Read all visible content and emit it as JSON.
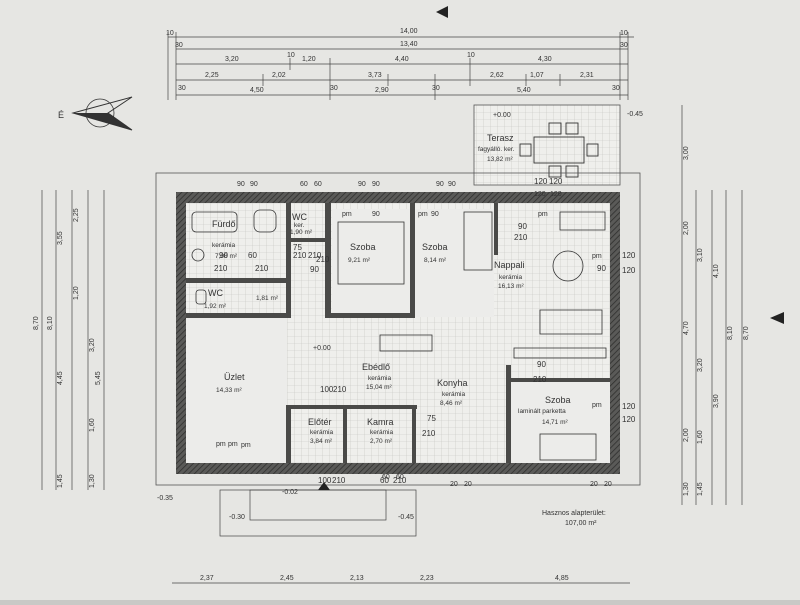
{
  "north_label": "É",
  "dims_top": {
    "row1": [
      "14,00"
    ],
    "row2": [
      "13,40"
    ],
    "row3": [
      "3,20",
      "1,20",
      "4,40",
      "4,30"
    ],
    "row4": [
      "2,25",
      "2,02",
      "3,73",
      "2,62",
      "1,07",
      "2,31"
    ],
    "row5": [
      "4,50",
      "2,90",
      "5,40"
    ],
    "small": [
      "10",
      "30",
      "30",
      "10",
      "30",
      "10",
      "30",
      "10",
      "30",
      "30"
    ]
  },
  "dims_bottom": [
    "2,37",
    "2,45",
    "2,13",
    "2,23",
    "4,85"
  ],
  "dims_left": [
    "3,55",
    "2,25",
    "1,20",
    "8,70",
    "8,10",
    "4,45",
    "5,45",
    "3,20",
    "1,60",
    "1,45",
    "1,30"
  ],
  "dims_right": [
    "3,00",
    "2,00",
    "3,10",
    "4,10",
    "4,70",
    "8,10",
    "8,70",
    "3,20",
    "3,90",
    "2,00",
    "1,60",
    "1,45",
    "1,30"
  ],
  "rooms": [
    {
      "name": "Fürdő",
      "material": "kerámia",
      "area": "7,08 m²"
    },
    {
      "name": "WC",
      "material": "ker.",
      "area": "1,90 m²"
    },
    {
      "name": "Szoba",
      "material": "",
      "area": "9,21 m²"
    },
    {
      "name": "Szoba",
      "material": "",
      "area": "8,14 m²"
    },
    {
      "name": "Nappali",
      "material": "kerámia",
      "area": "16,13 m²"
    },
    {
      "name": "WC",
      "material": "",
      "area": "1,92 m²"
    },
    {
      "name": "Ebédlő",
      "material": "kerámia",
      "area": "15,04 m²"
    },
    {
      "name": "Konyha",
      "material": "kerámia",
      "area": "8,46 m²"
    },
    {
      "name": "Szoba",
      "material": "laminált parketta",
      "area": "14,71 m²"
    },
    {
      "name": "Előtér",
      "material": "kerámia",
      "area": "3,84 m²"
    },
    {
      "name": "Kamra",
      "material": "kerámia",
      "area": "2,70 m²"
    },
    {
      "name": "Terasz",
      "material": "fagyálló. ker.",
      "area": "13,82 m²"
    },
    {
      "name": "Üzlet",
      "material": "",
      "area": "14,33 m²"
    }
  ],
  "small_area": "1,81 m²",
  "door_codes": [
    "90",
    "210",
    "210",
    "75",
    "210",
    "90",
    "210",
    "120",
    "120",
    "90",
    "120",
    "120",
    "90",
    "210",
    "75",
    "210",
    "100",
    "210",
    "60",
    "210",
    "100",
    "210",
    "60",
    "210",
    "90",
    "210",
    "120",
    "120"
  ],
  "window_codes": [
    "90",
    "90",
    "60",
    "60",
    "90",
    "90",
    "90",
    "90",
    "120",
    "120",
    "pm",
    "pm",
    "pm",
    "pm",
    "pm",
    "90",
    "90",
    "20",
    "20",
    "20",
    "20",
    "pm",
    "pm",
    "60",
    "60",
    "pm"
  ],
  "levels": [
    "+0.00",
    "+0.00",
    "-0.45",
    "-0.35",
    "-0.30",
    "-0.02",
    "-0.45"
  ],
  "summary_label": "Hasznos alapterület:",
  "summary_value": "107,00 m²"
}
